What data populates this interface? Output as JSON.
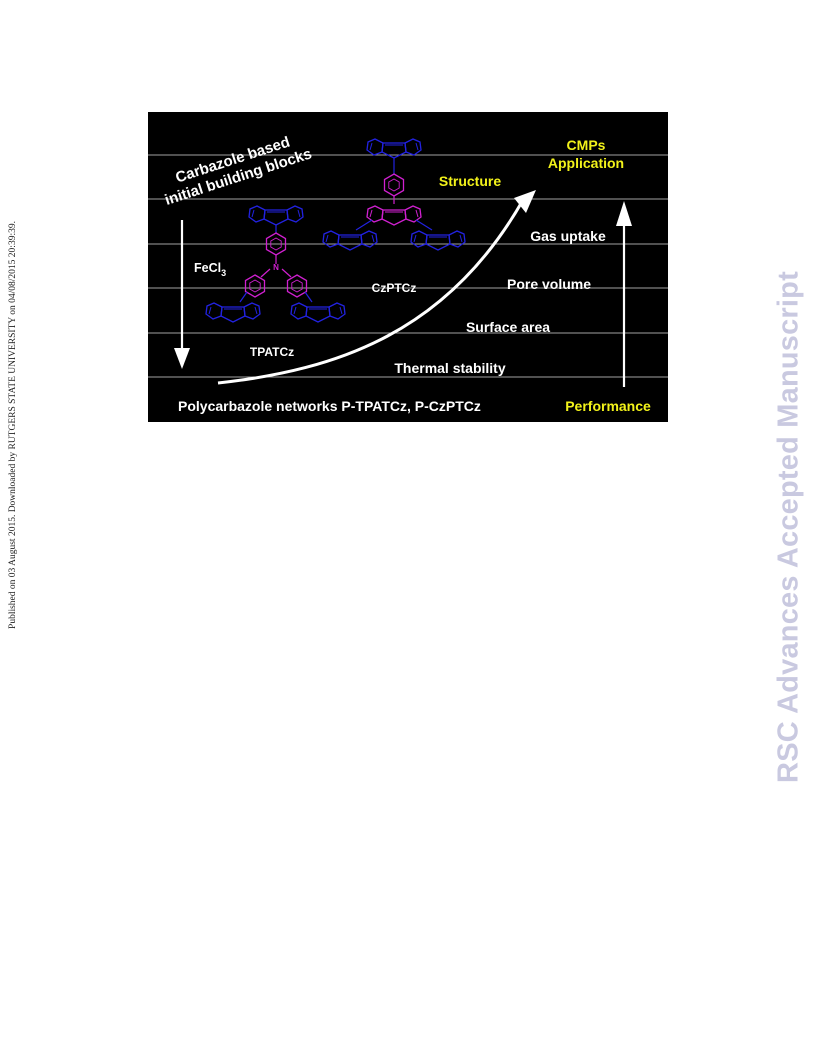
{
  "side_note": "Published on 03 August 2015. Downloaded by RUTGERS STATE UNIVERSITY on 04/08/2015 20:39:39.",
  "watermark": "RSC Advances Accepted Manuscript",
  "figure": {
    "building_blocks_line1": "Carbazole based",
    "building_blocks_line2": "initial building blocks",
    "reagent": "FeCl",
    "reagent_subscript": "3",
    "monomer_left": "TPATCz",
    "monomer_right": "CzPTCz",
    "structure_label": "Structure",
    "cmps_label": "CMPs",
    "application_label": "Application",
    "properties": [
      "Gas uptake",
      "Pore volume",
      "Surface area",
      "Thermal stability"
    ],
    "network_label": "Polycarbazole networks P-TPATCz, P-CzPTCz",
    "performance_label": "Performance",
    "colors": {
      "background": "#000000",
      "white_text": "#ffffff",
      "yellow_text": "#f2f21a",
      "carbazole": "#2222e0",
      "core": "#d020d0",
      "watermark": "#c9c9e0"
    }
  }
}
